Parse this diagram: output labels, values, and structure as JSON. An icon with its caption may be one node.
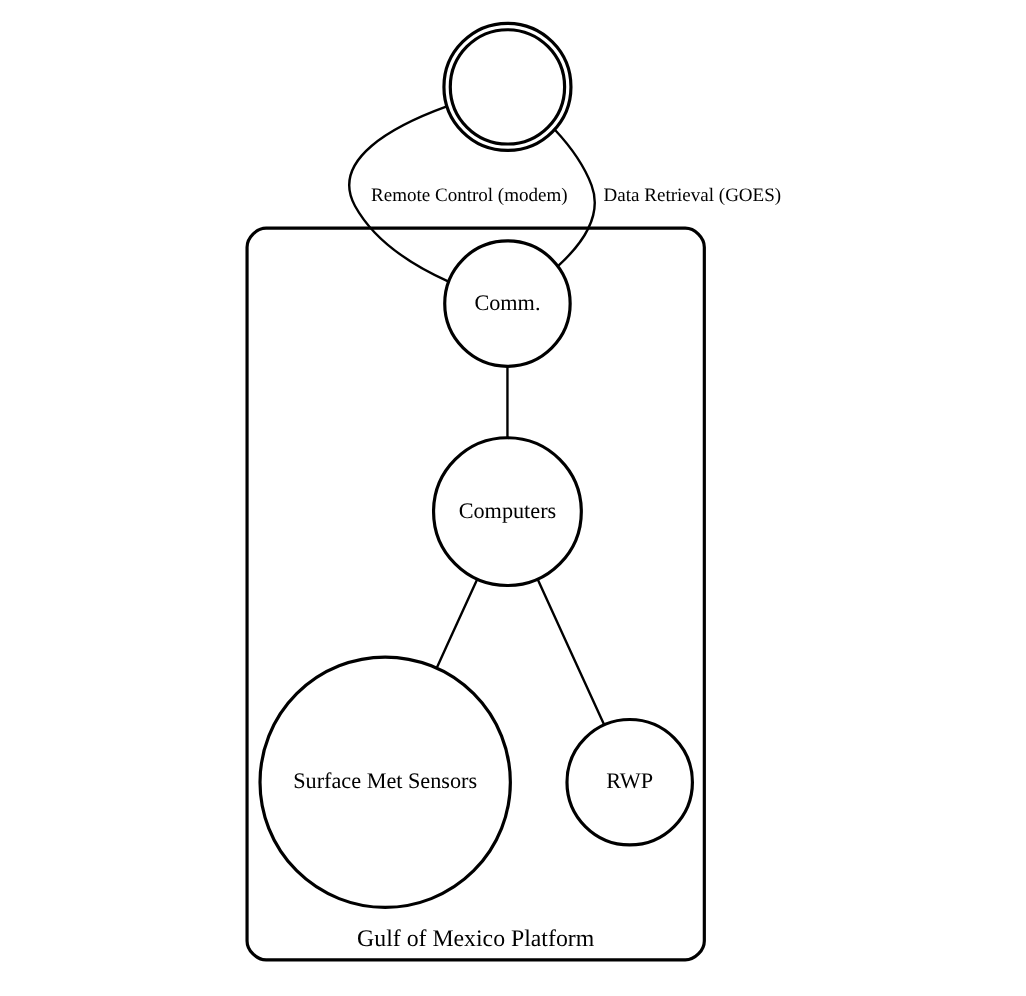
{
  "diagram": {
    "nodes": [
      {
        "text": [],
        "shape": "circle"
      },
      {
        "text": [
          "Gulf of Mexico Platform"
        ]
      },
      {
        "text": [
          "Comm."
        ],
        "in": 1
      },
      {
        "text": [
          "Computers"
        ],
        "in": 1
      },
      {
        "text": [
          "Surface Met Sensors"
        ],
        "in": 1
      },
      {
        "text": [
          "RWP"
        ],
        "in": 1
      }
    ],
    "edges": [
      {
        "from": 0,
        "to": 2,
        "arrow": "none",
        "label": "Remote Control (modem)"
      },
      {
        "from": 0,
        "to": 2,
        "arrow": "none",
        "label": "Data Retrieval (GOES)"
      },
      {
        "from": 2,
        "to": 3,
        "arrow": "none"
      },
      {
        "from": 3,
        "to": 4,
        "arrow": "none"
      },
      {
        "from": 3,
        "to": 5,
        "arrow": "none"
      }
    ]
  }
}
